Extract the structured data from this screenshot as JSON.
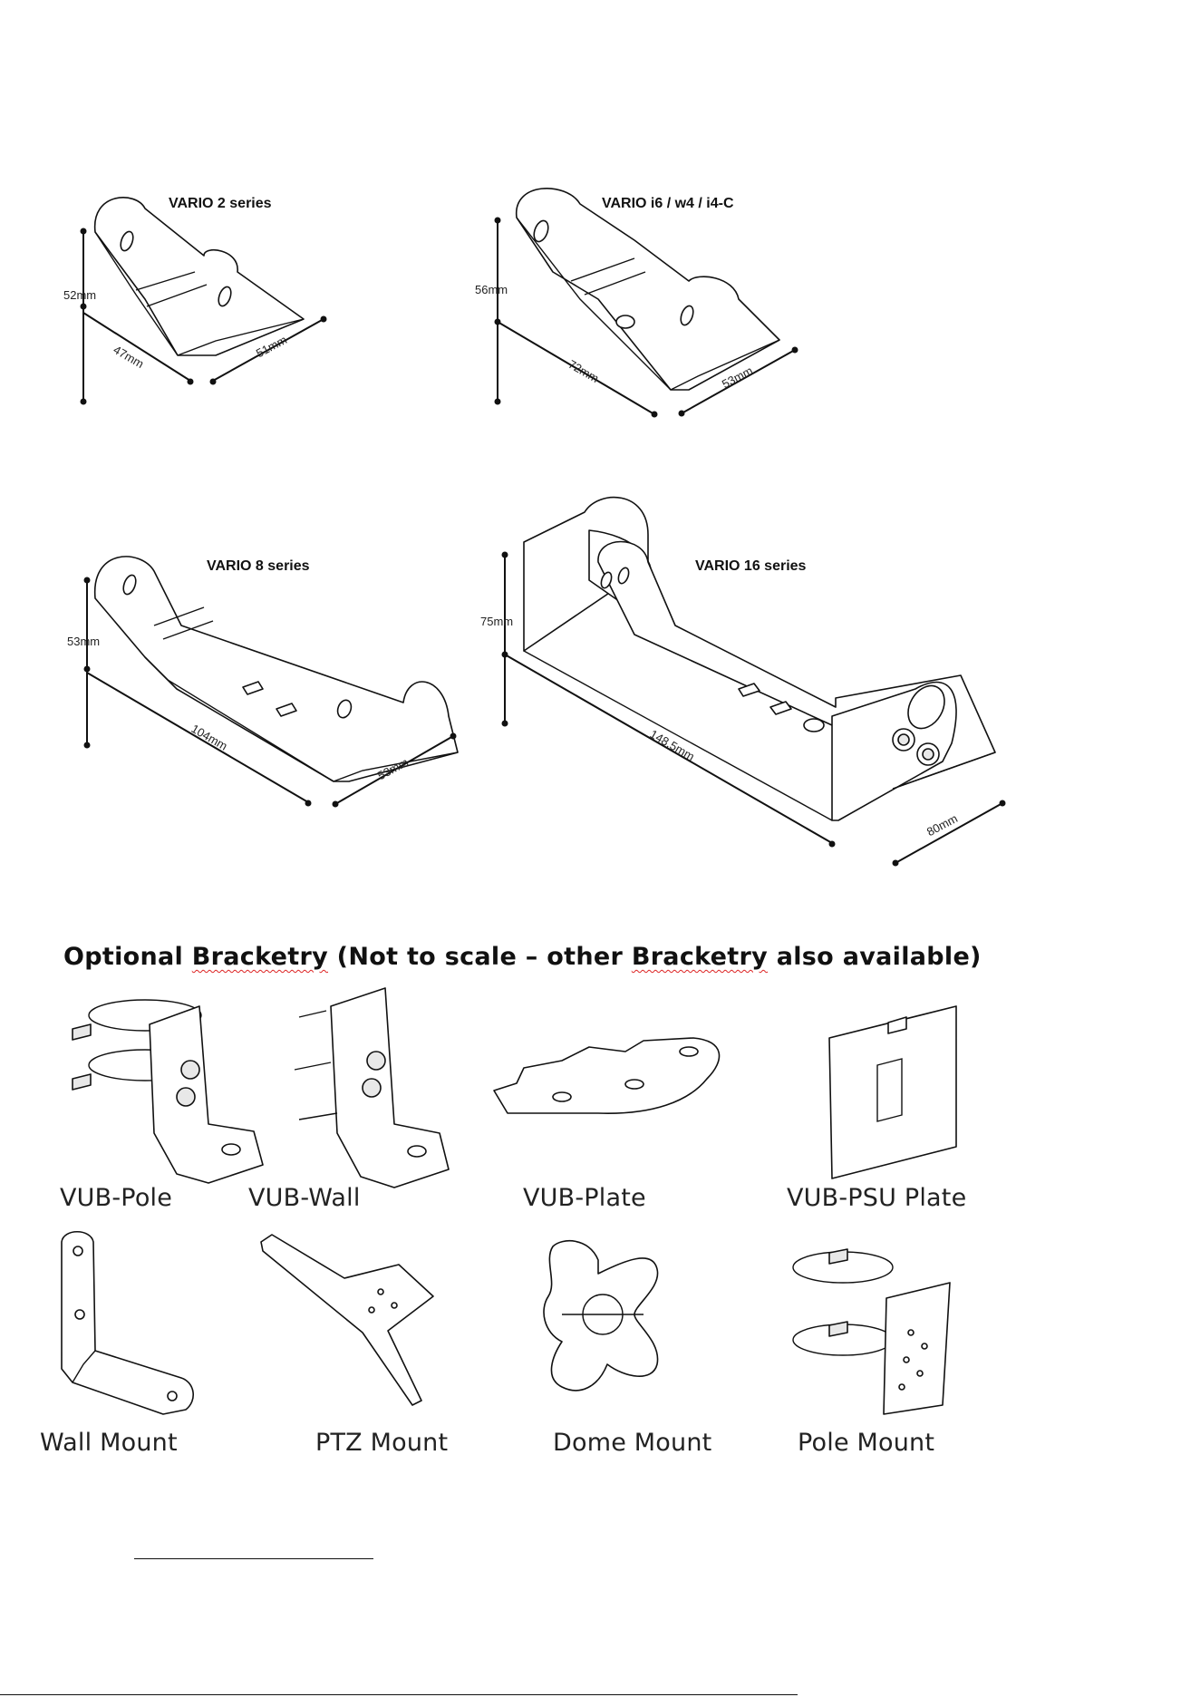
{
  "brackets": [
    {
      "title": "VARIO  2 series",
      "height": "52mm",
      "length": "47mm",
      "width": "51mm"
    },
    {
      "title": "VARIO  i6 / w4 / i4-C",
      "height": "56mm",
      "length": "72mm",
      "width": "53mm"
    },
    {
      "title": "VARIO  8 series",
      "height": "53mm",
      "length": "104mm",
      "width": "53mm"
    },
    {
      "title": "VARIO  16 series",
      "height": "75mm",
      "length": "148.5mm",
      "width": "80mm"
    }
  ],
  "optional": {
    "heading_lead": "Optional ",
    "heading_word1": "Bracketry",
    "heading_mid": "  (Not to scale – other ",
    "heading_word2": "Bracketry",
    "heading_tail": "  also  available)",
    "items": [
      {
        "label": "VUB-Pole"
      },
      {
        "label": "VUB-Wall"
      },
      {
        "label": "VUB-Plate"
      },
      {
        "label": "VUB-PSU  Plate"
      },
      {
        "label": "Wall  Mount"
      },
      {
        "label": "PTZ  Mount"
      },
      {
        "label": "Dome  Mount"
      },
      {
        "label": "Pole  Mount"
      }
    ]
  }
}
